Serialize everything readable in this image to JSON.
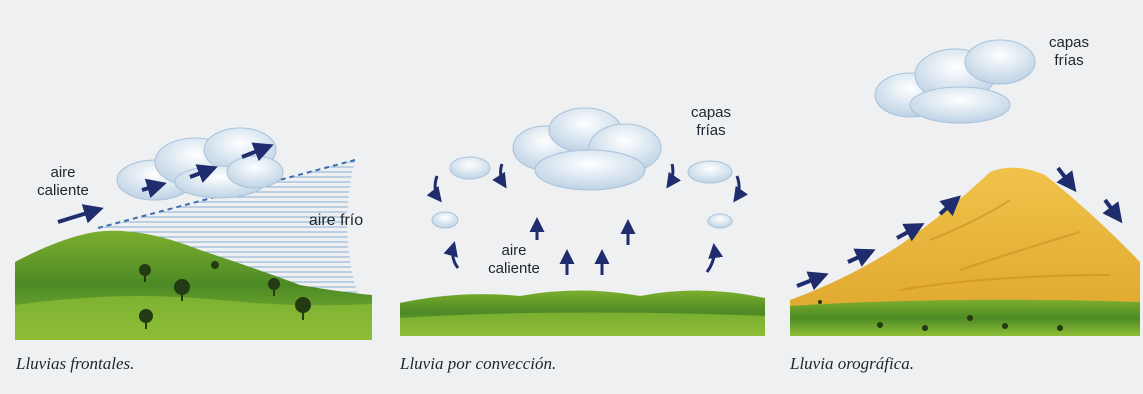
{
  "panels": [
    {
      "id": "frontal",
      "caption": "Lluvias frontales.",
      "labels": {
        "warm_air": [
          "aire",
          "caliente"
        ],
        "cold_air": "aire frío"
      }
    },
    {
      "id": "convection",
      "caption": "Lluvia por convección.",
      "labels": {
        "cold_layers": [
          "capas",
          "frías"
        ],
        "warm_air": [
          "aire",
          "caliente"
        ]
      }
    },
    {
      "id": "orographic",
      "caption": "Lluvia orográfica.",
      "labels": {
        "cold_layers": [
          "capas",
          "frías"
        ]
      }
    }
  ],
  "colors": {
    "background": "#eef0f2",
    "grass": "#4f8f2a",
    "grass_light": "#86b833",
    "mountain": "#e8b53a",
    "cloud": "#dbe8f3",
    "arrow": "#1f2c6e",
    "cold_air_lines": "#7fa6cf"
  }
}
